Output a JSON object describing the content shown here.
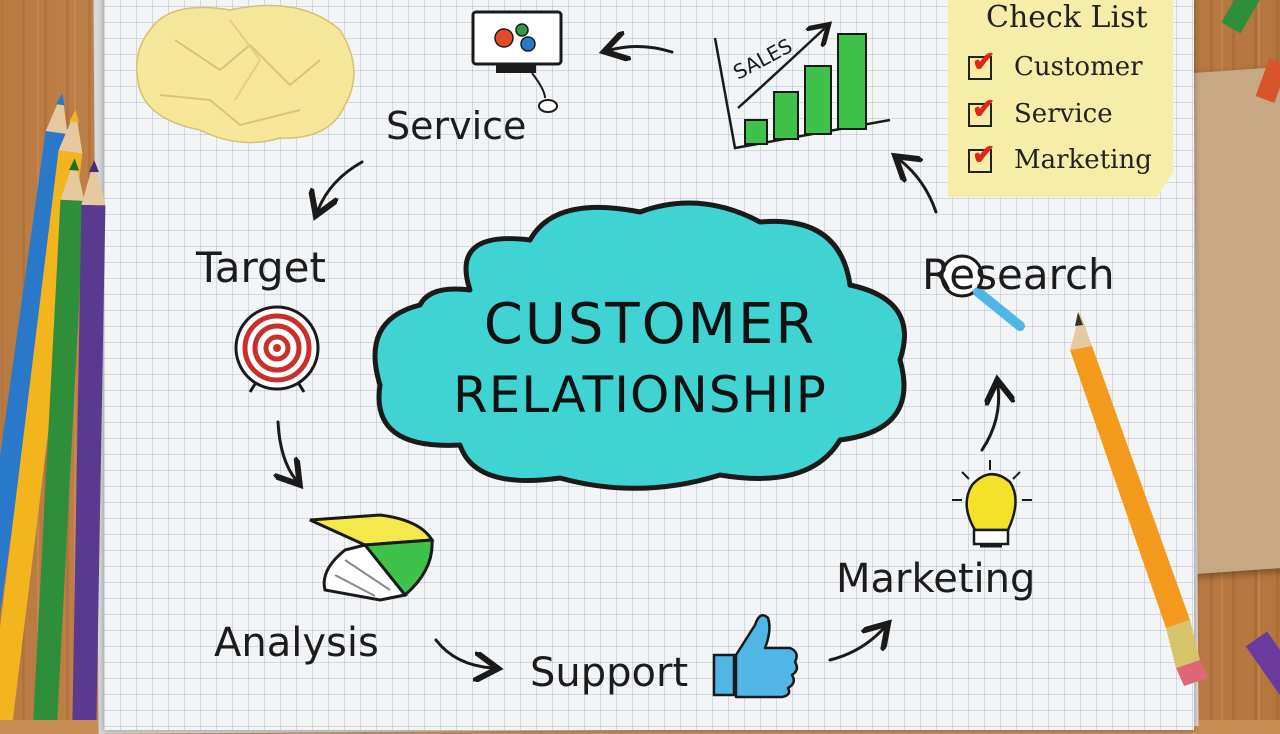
{
  "central_topic": {
    "line1": "CUSTOMER",
    "line2": "RELATIONSHIP"
  },
  "nodes": {
    "service": "Service",
    "target": "Target",
    "analysis": "Analysis",
    "support": "Support",
    "marketing": "Marketing",
    "research": "Research"
  },
  "sales_chart": {
    "label": "SALES"
  },
  "checklist": {
    "title": "Check List",
    "items": [
      "Customer",
      "Service",
      "Marketing"
    ],
    "check_symbol": "✔"
  },
  "colors": {
    "cloud": "#3fd3d3",
    "chart_bars": "#3ec24a",
    "target_red": "#c9302c",
    "lightbulb": "#f4e12a",
    "thumb_blue": "#4fb6e6",
    "check_red": "#e0261b"
  }
}
